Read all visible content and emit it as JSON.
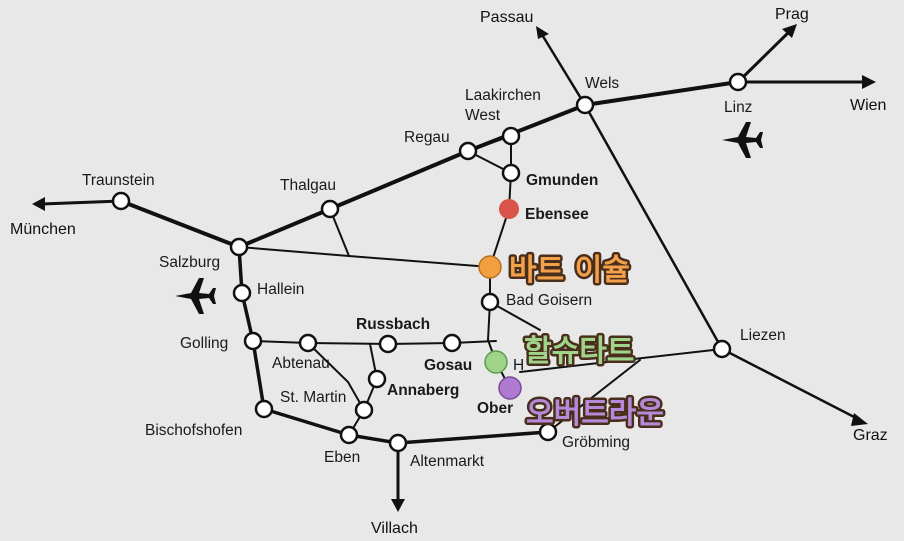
{
  "colors": {
    "background": "#e8e8e8",
    "line": "#111111",
    "station_fill": "#ffffff",
    "ebensee": "#d9534a",
    "bad_ischl": "#f0a040",
    "hallstatt": "#9fd48a",
    "obertraun": "#b07ad0"
  },
  "stations": {
    "wels": "Wels",
    "linz": "Linz",
    "laakirchen_1": "Laakirchen",
    "laakirchen_2": "West",
    "regau": "Regau",
    "gmunden": "Gmunden",
    "ebensee": "Ebensee",
    "thalgau": "Thalgau",
    "traunstein": "Traunstein",
    "salzburg": "Salzburg",
    "hallein": "Hallein",
    "golling": "Golling",
    "abtenau": "Abtenau",
    "russbach": "Russbach",
    "gosau": "Gosau",
    "annaberg": "Annaberg",
    "st_martin": "St. Martin",
    "bischofshofen": "Bischofshofen",
    "eben": "Eben",
    "altenmarkt": "Altenmarkt",
    "bad_goisern": "Bad Goisern",
    "hallstatt_partial": "H",
    "obertraun_partial": "Ober",
    "groebming": "Gröbming",
    "liezen": "Liezen"
  },
  "destinations": {
    "passau": "Passau",
    "prag": "Prag",
    "wien": "Wien",
    "muenchen": "München",
    "graz": "Graz",
    "villach": "Villach"
  },
  "overlay_labels": {
    "bad_ischl": "바트 이슐",
    "hallstatt": "할슈타트",
    "obertraun": "오버트라운"
  },
  "icons": [
    "airplane-icon",
    "airplane-icon"
  ]
}
